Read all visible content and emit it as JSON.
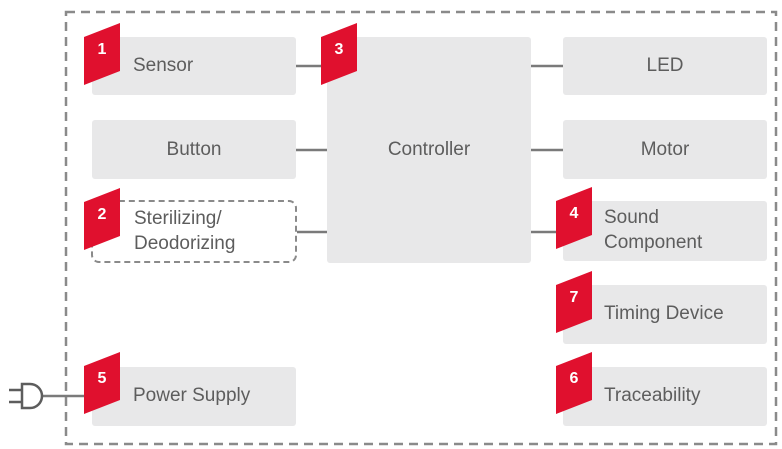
{
  "colors": {
    "badge": "#e0102e",
    "block": "#e8e8e9",
    "text": "#5d5d5d",
    "line": "#7a7a7a"
  },
  "blocks": {
    "sensor": "Sensor",
    "button": "Button",
    "sterilizing": "Sterilizing/ Deodorizing",
    "power_supply": "Power Supply",
    "controller": "Controller",
    "led": "LED",
    "motor": "Motor",
    "sound_component": "Sound Component",
    "timing_device": "Timing Device",
    "traceability": "Traceability"
  },
  "badges": {
    "sensor": "1",
    "sterilizing": "2",
    "controller": "3",
    "sound_component": "4",
    "power_supply": "5",
    "traceability": "6",
    "timing_device": "7"
  },
  "icons": {
    "plug": "power-plug-icon"
  }
}
